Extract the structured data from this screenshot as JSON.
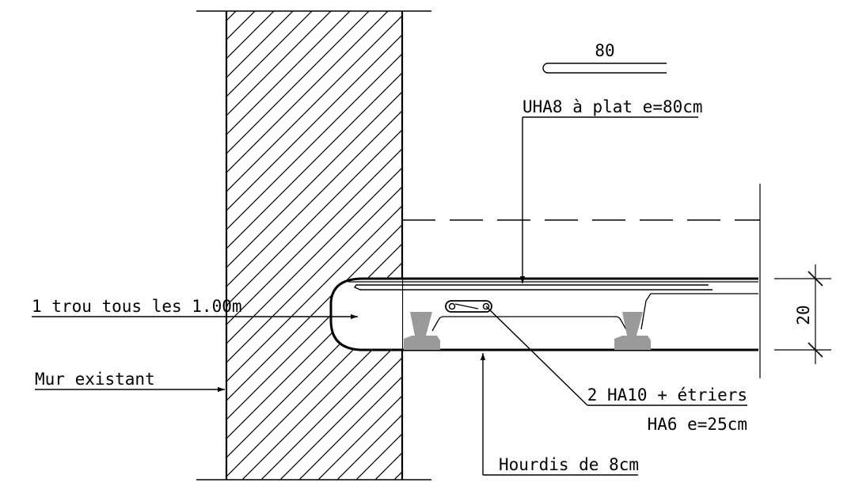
{
  "labels": {
    "bar_length": "80",
    "top_bar": "UHA8 à plat e=80cm",
    "hole": "1 trou tous les 1.00m",
    "wall": "Mur existant",
    "height": "20",
    "rebar_line1": "2 HA10 + étriers",
    "rebar_line2": "HA6 e=25cm",
    "hourdis": "Hourdis de 8cm"
  }
}
